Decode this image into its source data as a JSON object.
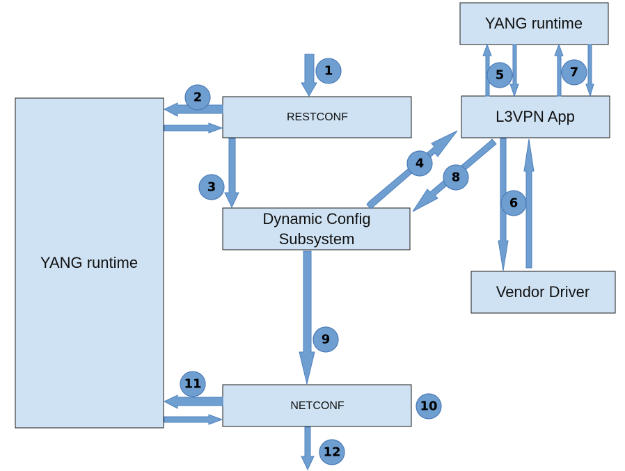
{
  "diagram": {
    "nodes": {
      "yang_runtime_left": "YANG runtime",
      "restconf": "RESTCONF",
      "dynamic_config_line1": "Dynamic Config",
      "dynamic_config_line2": "Subsystem",
      "netconf": "NETCONF",
      "yang_runtime_top": "YANG runtime",
      "l3vpn_app": "L3VPN App",
      "vendor_driver": "Vendor Driver"
    },
    "steps": [
      "1",
      "2",
      "3",
      "4",
      "5",
      "6",
      "7",
      "8",
      "9",
      "10",
      "11",
      "12"
    ],
    "colors": {
      "box_fill": "#cfe2f3",
      "arrow_fill": "#6f9fd0",
      "badge_fill": "#6f9fd0"
    }
  }
}
